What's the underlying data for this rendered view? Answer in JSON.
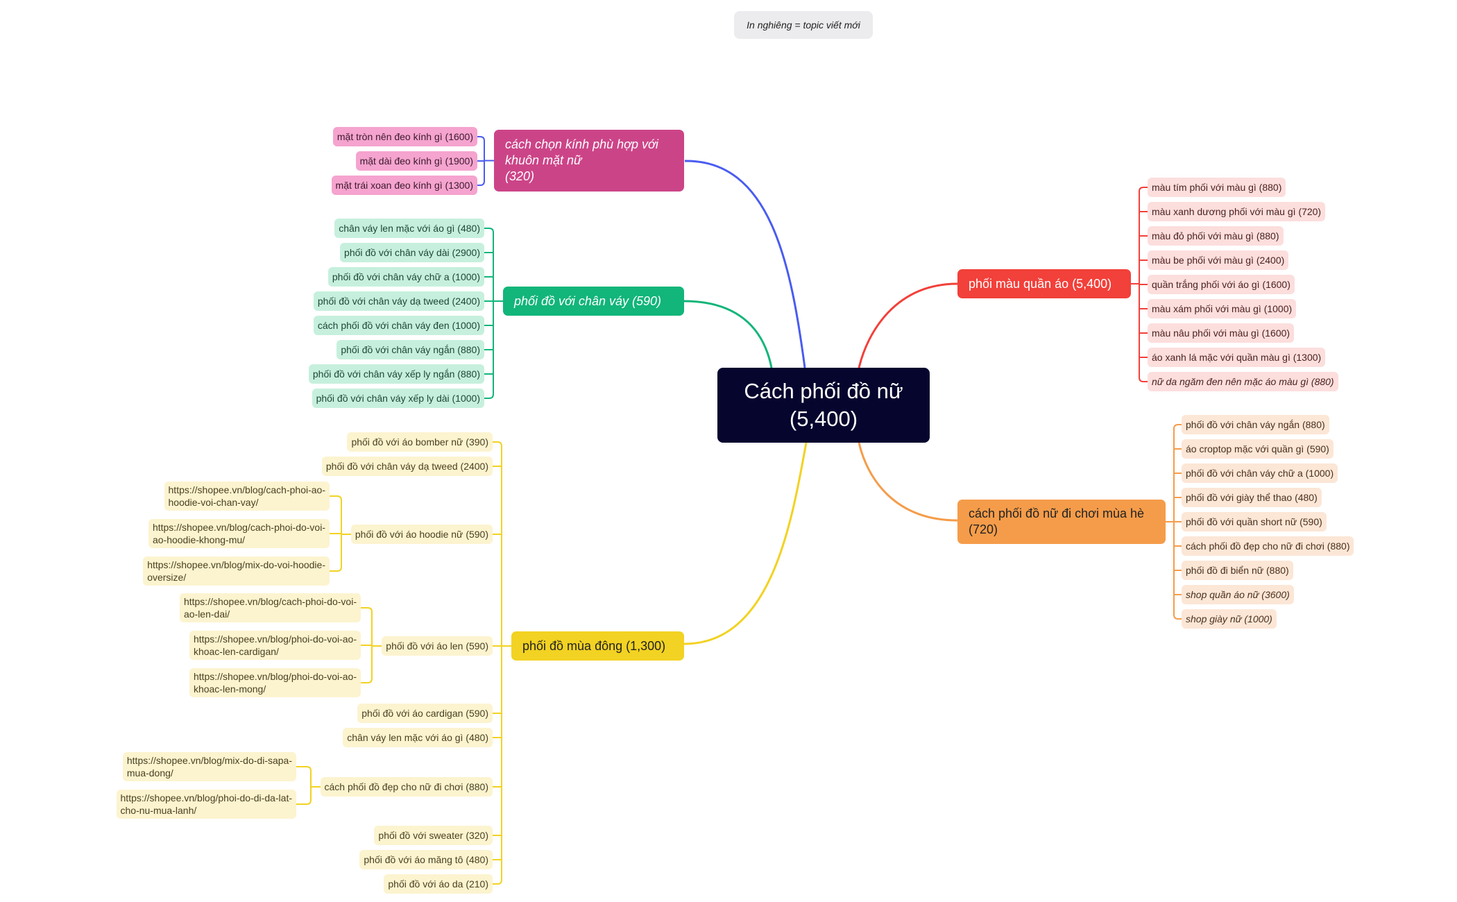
{
  "legend": "In nghiêng = topic viết mới",
  "root": {
    "label": "Cách phối đồ nữ\n(5,400)"
  },
  "colors": {
    "root_bg": "#05052e",
    "kinh": "#cc4488",
    "kinh_leaf": "#f5a3cf",
    "kinh_line": "#4a5cf0",
    "chanvay": "#12b57a",
    "chanvay_leaf": "#c6f0dd",
    "chanvay_line": "#12b57a",
    "muadong": "#f2d222",
    "muadong_leaf": "#fcf3cf",
    "muadong_line": "#f2d222",
    "phoimau": "#f2403a",
    "phoimau_leaf": "#fcdedd",
    "phoimau_line": "#f2403a",
    "muahe": "#f59c4a",
    "muahe_leaf": "#fce6d6",
    "muahe_line": "#f59c4a"
  },
  "branches": {
    "kinh": {
      "label": "cách chọn kính phù hợp với\nkhuôn mặt nữ\n(320)",
      "children": [
        "mặt tròn nên đeo kính gì (1600)",
        "mặt dài đeo kính gì (1900)",
        "mặt trái xoan đeo kính gì (1300)"
      ]
    },
    "chanvay": {
      "label": "phối đồ với chân váy (590)",
      "children": [
        "chân váy len mặc với áo gì (480)",
        "phối đồ với chân váy dài (2900)",
        "phối đồ với chân váy chữ a (1000)",
        "phối đồ với chân váy dạ tweed (2400)",
        "cách phối đồ với chân váy đen (1000)",
        "phối đồ với chân váy ngắn (880)",
        "phối đồ với chân váy xếp ly ngắn (880)",
        "phối đồ với chân váy xếp ly dài (1000)"
      ]
    },
    "muadong": {
      "label": "phối đồ mùa đông (1,300)",
      "children": [
        {
          "label": "phối đồ với áo bomber nữ (390)"
        },
        {
          "label": "phối đồ với chân váy dạ tweed (2400)"
        },
        {
          "label": "phối đồ với áo hoodie nữ (590)",
          "links": [
            "https://shopee.vn/blog/cach-phoi-ao-\nhoodie-voi-chan-vay/",
            "https://shopee.vn/blog/cach-phoi-do-voi-\nao-hoodie-khong-mu/",
            "https://shopee.vn/blog/mix-do-voi-hoodie-\noversize/"
          ]
        },
        {
          "label": "phối đồ với áo len (590)",
          "links": [
            "https://shopee.vn/blog/cach-phoi-do-voi-\nao-len-dai/",
            "https://shopee.vn/blog/phoi-do-voi-ao-\nkhoac-len-cardigan/",
            "https://shopee.vn/blog/phoi-do-voi-ao-\nkhoac-len-mong/"
          ]
        },
        {
          "label": "phối đồ với áo cardigan (590)"
        },
        {
          "label": "chân váy len mặc với áo gì (480)"
        },
        {
          "label": "cách phối đồ đẹp cho nữ đi chơi (880)",
          "links": [
            "https://shopee.vn/blog/mix-do-di-sapa-\nmua-dong/",
            "https://shopee.vn/blog/phoi-do-di-da-lat-\ncho-nu-mua-lanh/"
          ]
        },
        {
          "label": "phối đồ với sweater (320)"
        },
        {
          "label": "phối đồ với áo măng tô (480)"
        },
        {
          "label": "phối đồ với áo da (210)"
        }
      ]
    },
    "phoimau": {
      "label": "phối màu quần áo (5,400)",
      "children": [
        {
          "label": "màu tím phối với màu gì (880)"
        },
        {
          "label": "màu xanh dương phối với màu gì (720)"
        },
        {
          "label": "màu đỏ phối với màu gì (880)"
        },
        {
          "label": "màu be phối với màu gì (2400)"
        },
        {
          "label": "quần trắng phối với áo gì (1600)"
        },
        {
          "label": "màu xám phối với màu gì (1000)"
        },
        {
          "label": "màu nâu phối với màu gì (1600)"
        },
        {
          "label": "áo xanh lá mặc với quần màu gì (1300)"
        },
        {
          "label": "nữ da ngăm đen nên mặc áo màu gì (880)",
          "italic": true
        }
      ]
    },
    "muahe": {
      "label": "cách phối đồ nữ đi chơi mùa hè\n(720)",
      "children": [
        {
          "label": "phối đồ với chân váy ngắn (880)"
        },
        {
          "label": "áo croptop mặc với quần gì (590)"
        },
        {
          "label": "phối đồ với chân váy chữ a (1000)"
        },
        {
          "label": "phối đồ với giày thể thao (480)"
        },
        {
          "label": "phối đồ với quần short nữ (590)"
        },
        {
          "label": "cách phối đồ đẹp cho nữ đi chơi (880)"
        },
        {
          "label": "phối đồ đi biển nữ (880)"
        },
        {
          "label": "shop quần áo nữ (3600)",
          "italic": true
        },
        {
          "label": "shop giày nữ (1000)",
          "italic": true
        }
      ]
    }
  }
}
